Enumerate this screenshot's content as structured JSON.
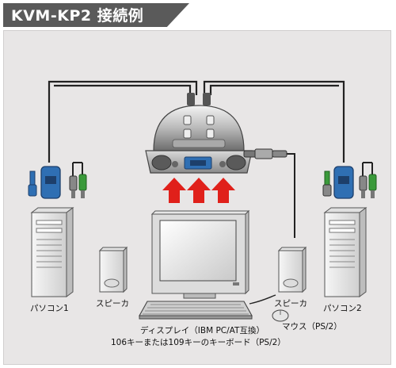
{
  "header": {
    "title": "KVM-KP2 接続例"
  },
  "labels": {
    "pc1": "パソコン1",
    "pc2": "パソコン2",
    "speaker_left": "スピーカ",
    "speaker_right": "スピーカ",
    "mouse": "マウス（PS/2）",
    "display": "ディスプレイ（IBM PC/AT互換）",
    "keyboard": "106キーまたは109キーのキーボード（PS/2）"
  },
  "colors": {
    "header_bg": "#5a5a5a",
    "panel_bg": "#e8e6e6",
    "arrow": "#e0201a",
    "connector_blue": "#2f6fb3",
    "connector_green": "#3a9a3a",
    "cable": "#222222"
  }
}
